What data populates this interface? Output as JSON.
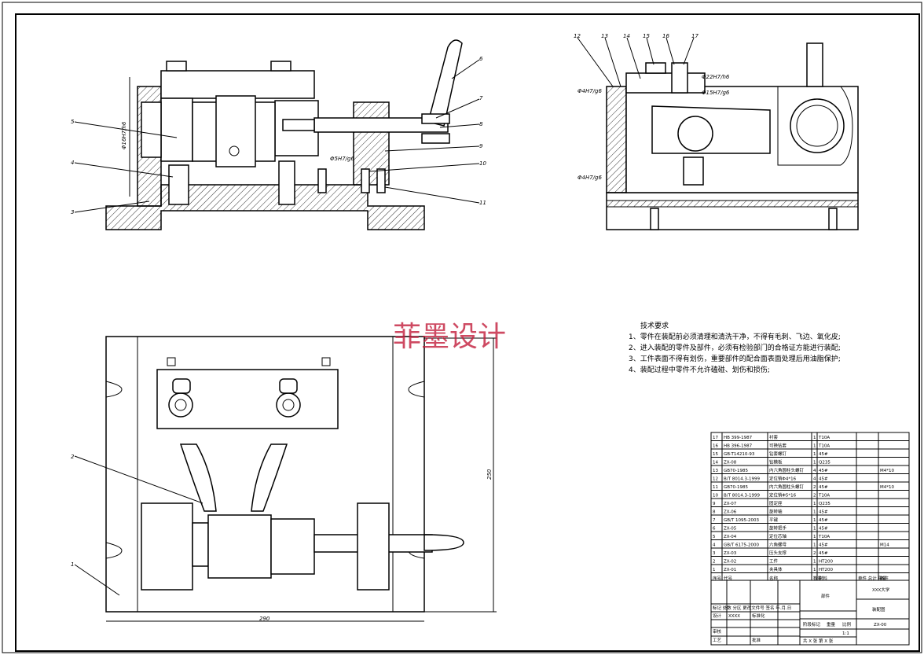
{
  "watermark": "菲墨设计",
  "front_view": {
    "callouts": [
      "1",
      "2",
      "3",
      "4",
      "5",
      "6",
      "7",
      "8",
      "9",
      "10",
      "11"
    ],
    "dims": [
      "Φ16H7/h6",
      "Φ5H7/g6"
    ]
  },
  "side_view": {
    "callouts": [
      "12",
      "13",
      "14",
      "15",
      "16",
      "17"
    ],
    "dims": [
      "Φ4H7/g6",
      "Φ22H7/h6",
      "Φ15H7/g6",
      "Φ4H7/g6"
    ]
  },
  "plan_view": {
    "callouts": [
      "2",
      "1"
    ],
    "dim_width": "290",
    "dim_height": "250"
  },
  "tech_req": {
    "title": "技术要求",
    "items": [
      "1、零件在装配前必须清理和清洗干净，不得有毛刺、飞边、氧化皮;",
      "2、进入装配的零件及部件，必须有检验部门的合格证方能进行装配;",
      "3、工件表面不得有划伤，重要部件的配合面表面处理后用油脂保护;",
      "4、装配过程中零件不允许磕碰、划伤和损伤;"
    ]
  },
  "bom": {
    "rows": [
      [
        "17",
        "HB 399-1987",
        "衬套",
        "1",
        "T10A",
        ""
      ],
      [
        "16",
        "HB 396-1987",
        "可换钻套",
        "1",
        "T10A",
        ""
      ],
      [
        "15",
        "GB-T14210-93",
        "钻套螺钉",
        "1",
        "45#",
        ""
      ],
      [
        "14",
        "ZX-08",
        "钻模板",
        "1",
        "Q235",
        ""
      ],
      [
        "13",
        "GB70-1985",
        "内六角圆柱头螺钉",
        "4",
        "45#",
        "M4*10"
      ],
      [
        "12",
        "B/T 8014.3-1999",
        "定位销Φ4*16",
        "4",
        "45#",
        ""
      ],
      [
        "11",
        "GB70-1985",
        "内六角圆柱头螺钉",
        "2",
        "45#",
        "M4*10"
      ],
      [
        "10",
        "B/T 8014.3-1999",
        "定位销Φ5*16",
        "2",
        "T10A",
        ""
      ],
      [
        "9",
        "ZX-07",
        "固定座",
        "1",
        "Q235",
        ""
      ],
      [
        "8",
        "ZX-06",
        "旋转轴",
        "1",
        "45#",
        ""
      ],
      [
        "7",
        "GB/T 1095-2003",
        "平键",
        "1",
        "45#",
        ""
      ],
      [
        "6",
        "ZX-05",
        "旋转把手",
        "1",
        "45#",
        ""
      ],
      [
        "5",
        "ZX-04",
        "定位芯轴",
        "1",
        "T10A",
        ""
      ],
      [
        "4",
        "GB/T 6175-2000",
        "六角螺母",
        "1",
        "45#",
        "M14"
      ],
      [
        "3",
        "ZX-03",
        "压头支撑",
        "2",
        "45#",
        ""
      ],
      [
        "2",
        "ZX-02",
        "工件",
        "1",
        "HT200",
        ""
      ],
      [
        "1",
        "ZX-01",
        "夹具体",
        "1",
        "HT200",
        ""
      ]
    ],
    "header": [
      "序号",
      "代号",
      "名称",
      "数量",
      "材料",
      "单件 总计 重量",
      "备注"
    ]
  },
  "title_block": {
    "school": "XXX大学",
    "drawing_name": "装配图",
    "drawing_no": "ZX-00",
    "part_label": "部件",
    "scale": "1:1",
    "stage_label": "阶段标记",
    "weight_label": "重量",
    "ratio_label": "比例",
    "designer_label": "设计",
    "designer": "XXXX",
    "std_label": "标准化",
    "review_label": "审核",
    "process_label": "工艺",
    "approve_label": "批准",
    "sheet_info": "共 X 张    第 X 张",
    "mark_row": "标记 处数 分区 更改文件号 签名 年.月.日"
  }
}
